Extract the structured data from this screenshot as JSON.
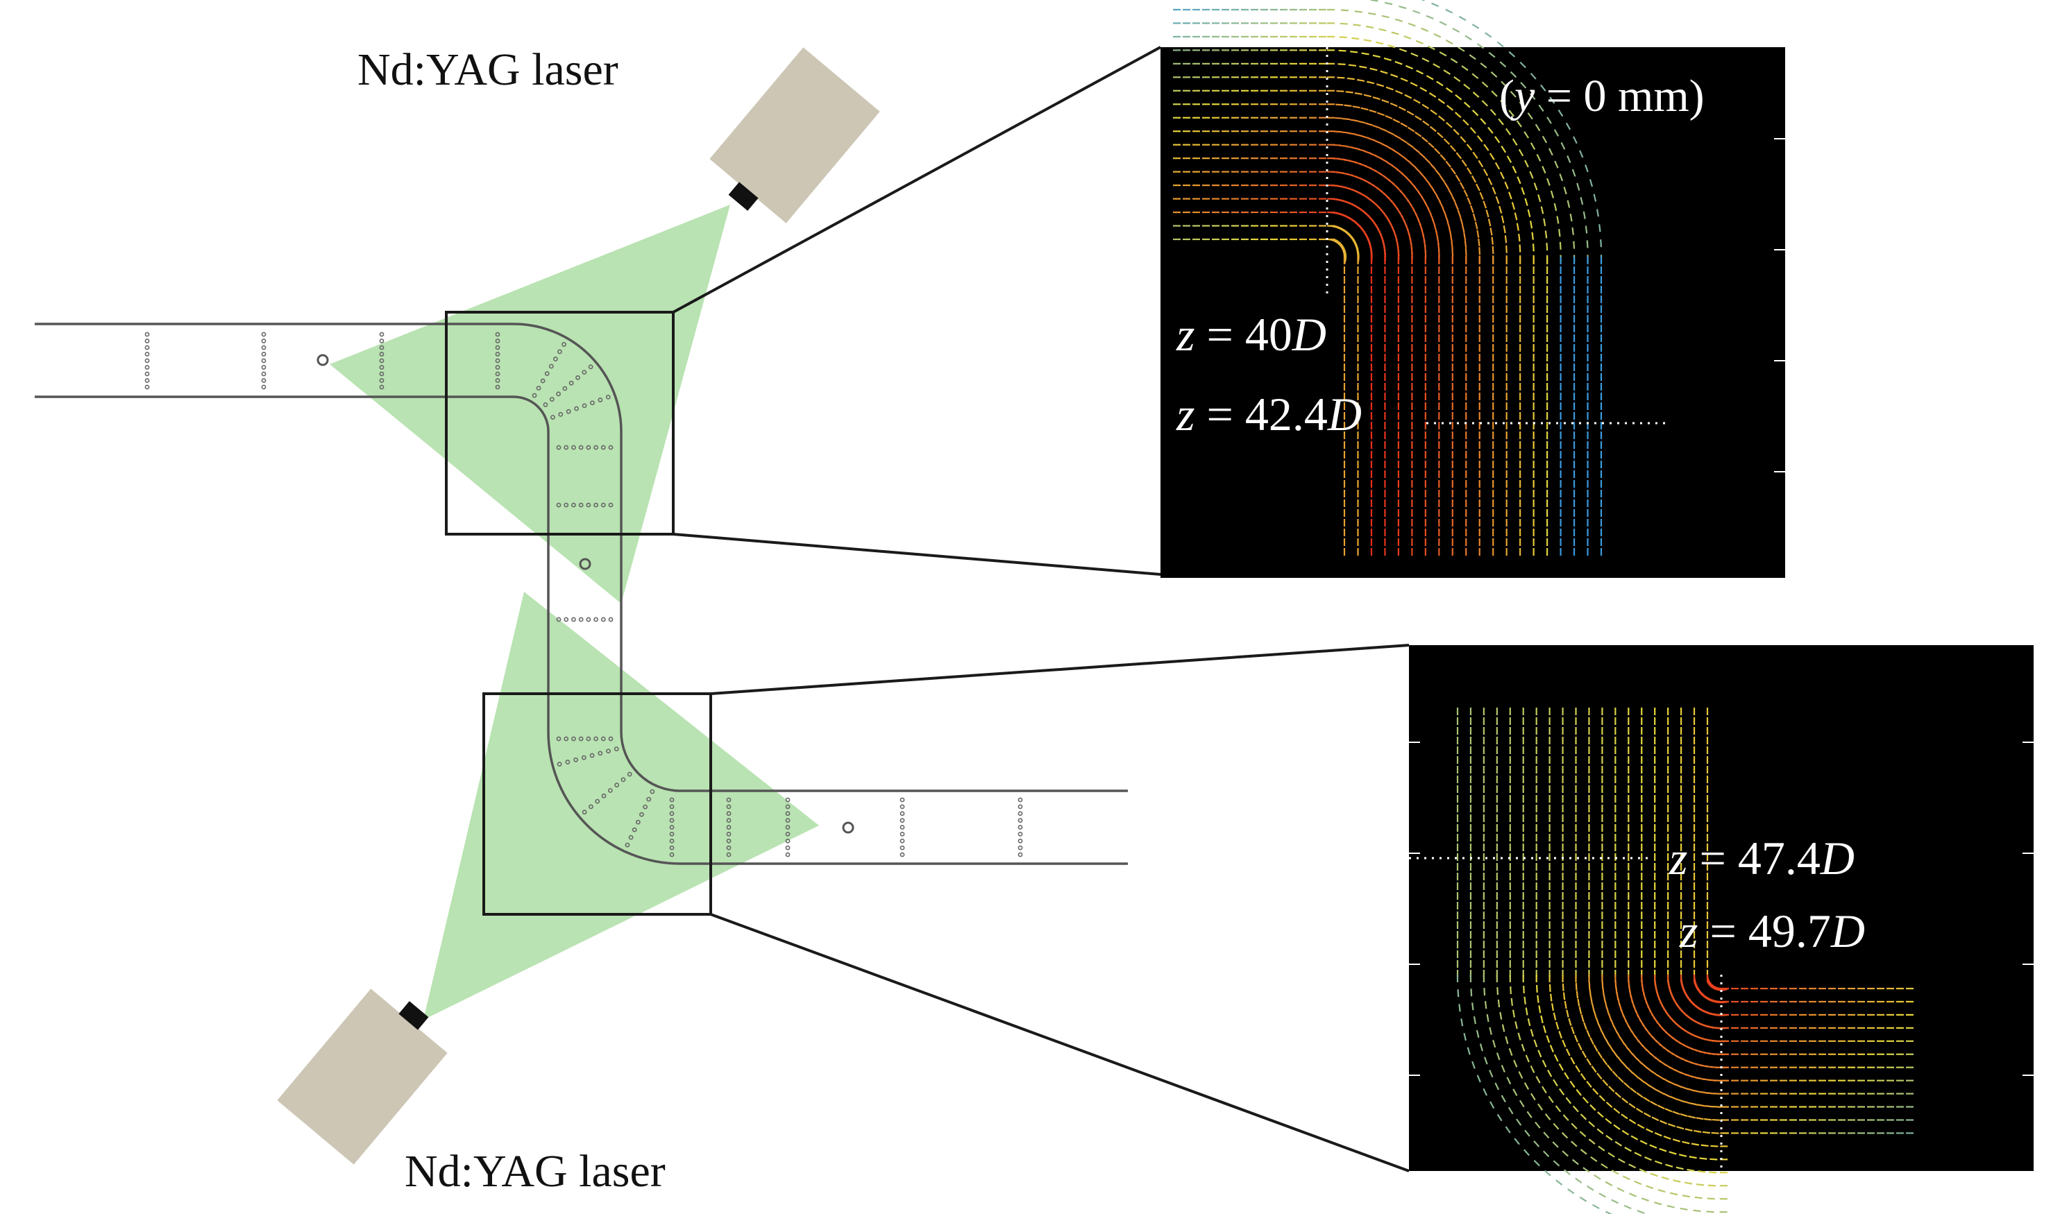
{
  "laser_top": {
    "label": "Nd:YAG laser"
  },
  "laser_bottom": {
    "label": "Nd:YAG laser"
  },
  "inset_top": {
    "plane_label": "(y = 0 mm)",
    "plane_var": "y",
    "plane_rest": " = 0 mm)",
    "z_label_1": {
      "var": "z",
      "eq": " = 40",
      "unit": "D"
    },
    "z_label_2": {
      "var": "z",
      "eq": " = 42.4",
      "unit": "D"
    }
  },
  "inset_bottom": {
    "z_label_1": {
      "var": "z",
      "eq": " = 47.4",
      "unit": "D"
    },
    "z_label_2": {
      "var": "z",
      "eq": " = 49.7",
      "unit": "D"
    }
  },
  "colors": {
    "laser_sheet": "#b9e3b2",
    "laser_body": "#cdc6b5",
    "laser_nozzle": "#111111",
    "pipe_line": "#555555",
    "inset_background": "#000000",
    "vector_fast": "#e8261a",
    "vector_mid": "#e8d83a",
    "vector_slow": "#3a9be0",
    "guide_line": "#ffffff",
    "frame_line": "#1a1a1a"
  },
  "icons": {
    "laser": "laser-head-icon",
    "particle_marker": "particle-circle-icon"
  }
}
